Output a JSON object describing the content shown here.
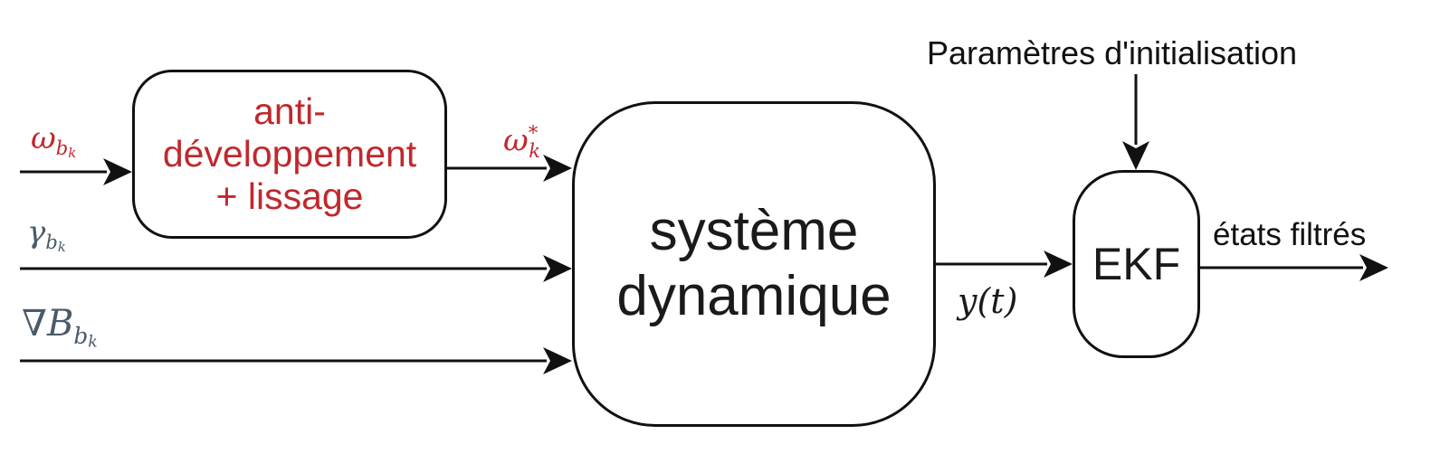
{
  "blocks": {
    "anti": {
      "lines": [
        "anti-",
        "développement",
        "+ lissage"
      ],
      "text_color": "#c0282d"
    },
    "system": {
      "lines": [
        "système",
        "dynamique"
      ]
    },
    "ekf": {
      "label": "EKF"
    }
  },
  "signals": {
    "omega": {
      "symbol": "ω",
      "sub": "b",
      "subsub": "k",
      "color": "#c0282d"
    },
    "omega_star": {
      "symbol": "ω",
      "sup": "*",
      "sub": "k",
      "color": "#c0282d"
    },
    "gamma": {
      "symbol": "γ",
      "sub": "b",
      "subsub": "k",
      "color": "#4a5a6a"
    },
    "gradB": {
      "nabla": "∇",
      "symbol": "B",
      "sub": "b",
      "subsub": "k",
      "color": "#4a5a6a"
    },
    "y": {
      "text": "y(t)",
      "color": "#1a1a1a"
    }
  },
  "labels": {
    "init_params": "Paramètres d'initialisation",
    "filtered_states": "états filtrés"
  }
}
